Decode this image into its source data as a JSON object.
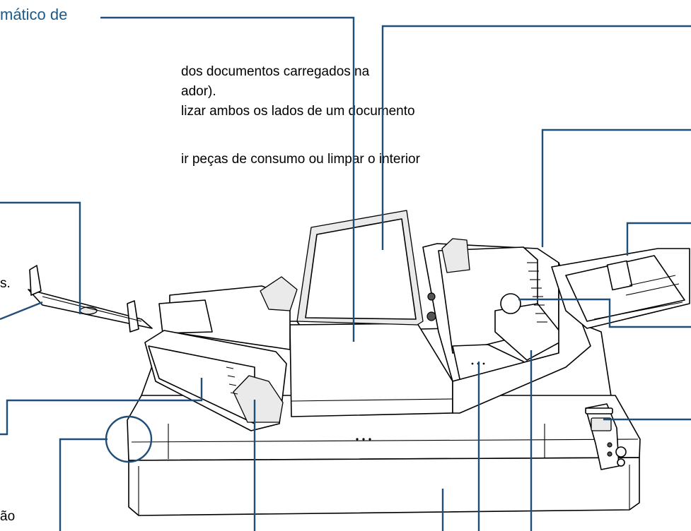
{
  "heading": {
    "title_fragment": "mático de"
  },
  "text_fragments": {
    "line1": "dos documentos carregados na",
    "line2": "ador).",
    "line3": "lizar ambos os lados de um documento",
    "line4": "ir peças de consumo ou limpar o interior",
    "line5": "s.",
    "line6": "ão"
  },
  "colors": {
    "title": "#1b5b8a",
    "leader_lines": "#1f4e79",
    "drawing": "#000000"
  }
}
